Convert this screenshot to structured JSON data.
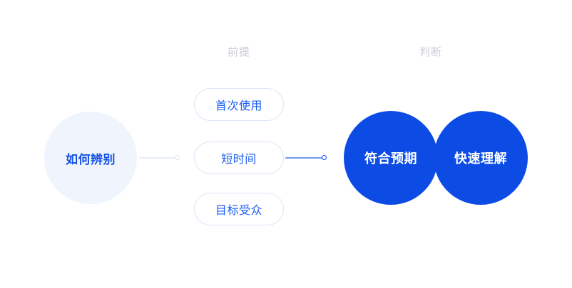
{
  "diagram": {
    "background_color": "#ffffff",
    "accent_color": "#0d4ce4",
    "soft_accent_color": "#eff4fd",
    "muted_label_color": "#c9cdd4",
    "columns": [
      {
        "id": "premise",
        "label": "前提"
      },
      {
        "id": "judgement",
        "label": "判断"
      }
    ],
    "root": {
      "label": "如何辨别",
      "text_color": "#1552e8",
      "fill_color": "#eff4fd"
    },
    "conditions": [
      {
        "label": "首次使用"
      },
      {
        "label": "短时间"
      },
      {
        "label": "目标受众"
      }
    ],
    "results": [
      {
        "label": "符合预期"
      },
      {
        "label": "快速理解"
      }
    ],
    "connectors": [
      {
        "id": "root-to-conditions",
        "color": "#e9eefb",
        "endpoint_color": "#dde5f7"
      },
      {
        "id": "conditions-to-results",
        "color": "#6f98f2",
        "endpoint_color": "#0d4ce4"
      }
    ]
  }
}
